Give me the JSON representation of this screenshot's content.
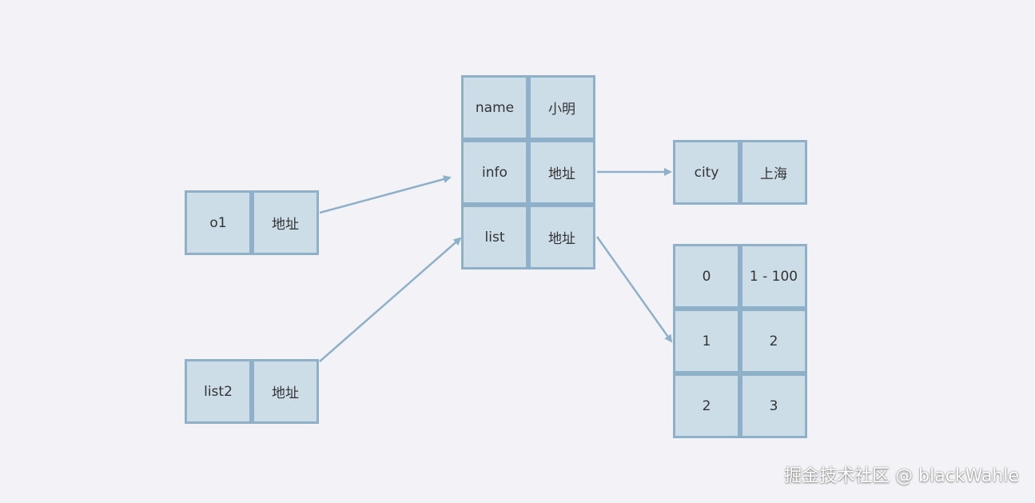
{
  "boxes": {
    "o1": {
      "rows": [
        {
          "key": "o1",
          "value": "地址"
        }
      ]
    },
    "list2": {
      "rows": [
        {
          "key": "list2",
          "value": "地址"
        }
      ]
    },
    "obj": {
      "rows": [
        {
          "key": "name",
          "value": "小明"
        },
        {
          "key": "info",
          "value": "地址"
        },
        {
          "key": "list",
          "value": "地址"
        }
      ]
    },
    "info": {
      "rows": [
        {
          "key": "city",
          "value": "上海"
        }
      ]
    },
    "list": {
      "rows": [
        {
          "key": "0",
          "value": "1 - 100"
        },
        {
          "key": "1",
          "value": "2"
        },
        {
          "key": "2",
          "value": "3"
        }
      ]
    }
  },
  "edges": [
    {
      "from": "o1",
      "to": "obj"
    },
    {
      "from": "list2",
      "to": "obj"
    },
    {
      "from": "obj.info",
      "to": "info"
    },
    {
      "from": "obj.list",
      "to": "list"
    }
  ],
  "colors": {
    "cell_fill": "#cddde8",
    "cell_border": "#8eb0c8",
    "arrow": "#8eb0c8",
    "background": "#f3f3f7"
  },
  "watermark": "掘金技术社区 @ blackWahle"
}
